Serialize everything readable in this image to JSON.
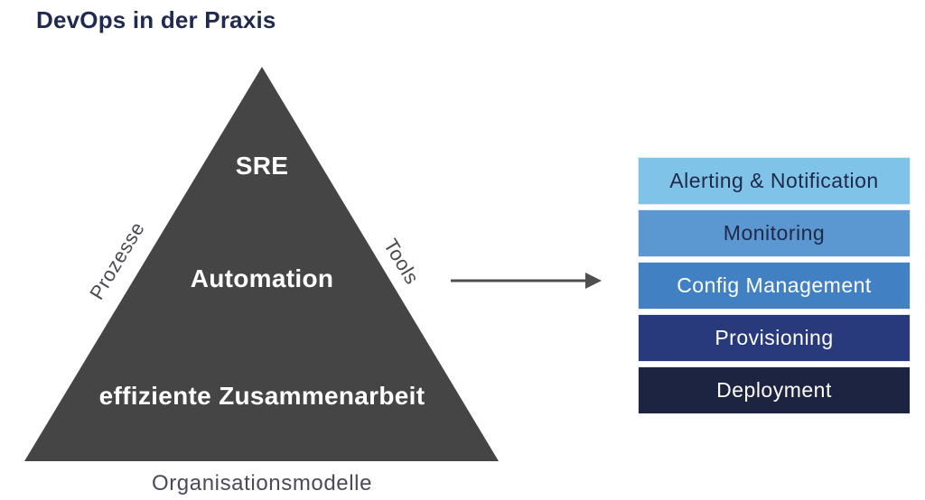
{
  "title": "DevOps in der Praxis",
  "pyramid": {
    "levels": [
      {
        "label": "SRE"
      },
      {
        "label": "Automation"
      },
      {
        "label": "effiziente Zusammenarbeit"
      }
    ],
    "left_edge_label": "Prozesse",
    "right_edge_label": "Tools",
    "base_label": "Organisationsmodelle"
  },
  "tools_stack": {
    "items": [
      {
        "label": "Alerting & Notification",
        "bg": "#7fc4e8",
        "text_color": "#20294a"
      },
      {
        "label": "Monitoring",
        "bg": "#5b97d0",
        "text_color": "#20294a"
      },
      {
        "label": "Config Management",
        "bg": "#4280c4",
        "text_color": "#ffffff"
      },
      {
        "label": "Provisioning",
        "bg": "#28397c",
        "text_color": "#ffffff"
      },
      {
        "label": "Deployment",
        "bg": "#1d2442",
        "text_color": "#ffffff"
      }
    ]
  },
  "colors": {
    "title": "#1f2a4e",
    "triangle": "#464546",
    "edge_labels": "#4a4a52",
    "base_label": "#4a4a58",
    "arrow": "#4f4f4f"
  }
}
